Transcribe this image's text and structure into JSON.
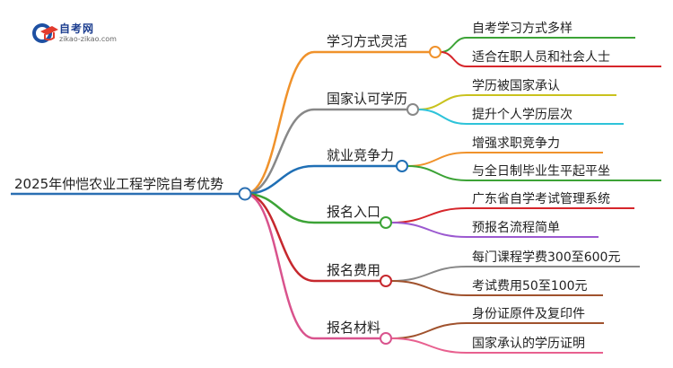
{
  "logo": {
    "title": "自考网",
    "url": "zikao-zikao.com"
  },
  "mindmap": {
    "root": {
      "label": "2025年仲恺农业工程学院自考优势",
      "color": "#2a6fb2"
    },
    "branches": [
      {
        "label": "学习方式灵活",
        "color": "#f0922b",
        "children": [
          {
            "label": "自考学习方式多样",
            "color": "#3ca336"
          },
          {
            "label": "适合在职人员和社会人士",
            "color": "#d6262b"
          }
        ]
      },
      {
        "label": "国家认可学历",
        "color": "#888888",
        "children": [
          {
            "label": "学历被国家承认",
            "color": "#c9c21e"
          },
          {
            "label": "提升个人学历层次",
            "color": "#2ec3d9"
          }
        ]
      },
      {
        "label": "就业竞争力",
        "color": "#1f6fb5",
        "children": [
          {
            "label": "增强求职竞争力",
            "color": "#f0922b"
          },
          {
            "label": "与全日制毕业生平起平坐",
            "color": "#3ca336"
          }
        ]
      },
      {
        "label": "报名入口",
        "color": "#3ca336",
        "children": [
          {
            "label": "广东省自学考试管理系统",
            "color": "#d6262b"
          },
          {
            "label": "预报名流程简单",
            "color": "#9b59d0"
          }
        ]
      },
      {
        "label": "报名费用",
        "color": "#c6282e",
        "children": [
          {
            "label": "每门课程学费300至600元",
            "color": "#888888"
          },
          {
            "label": "考试费用50至100元",
            "color": "#a0522d"
          }
        ]
      },
      {
        "label": "报名材料",
        "color": "#d9538d",
        "children": [
          {
            "label": "身份证原件及复印件",
            "color": "#a0522d"
          },
          {
            "label": "国家承认的学历证明",
            "color": "#e8608f"
          }
        ]
      }
    ]
  }
}
